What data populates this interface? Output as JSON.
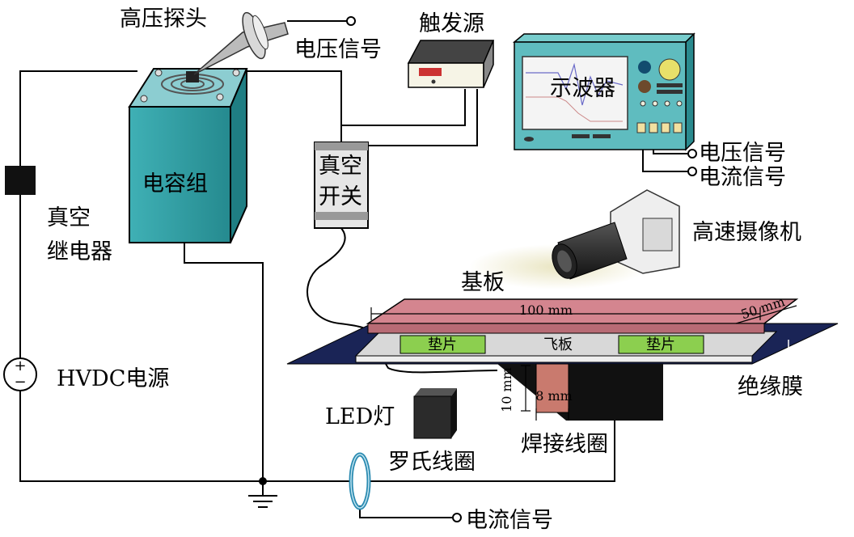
{
  "labels": {
    "probe": "高压探头",
    "voltage_signal_top": "电压信号",
    "trigger": "触发源",
    "oscilloscope": "示波器",
    "voltage_signal_right": "电压信号",
    "current_signal_right": "电流信号",
    "capacitor": "电容组",
    "vacuum_switch": "真空\n开关",
    "vacuum_switch_l1": "真空",
    "vacuum_switch_l2": "开关",
    "relay_l1": "真空",
    "relay_l2": "继电器",
    "camera": "高速摄像机",
    "substrate": "基板",
    "flyer": "飞板",
    "spacer_left": "垫片",
    "spacer_right": "垫片",
    "insulation": "绝缘膜",
    "power": "HVDC电源",
    "led": "LED灯",
    "rogowski": "罗氏线圈",
    "weld_coil": "焊接线圈",
    "current_signal_bottom": "电流信号",
    "power_symbol_plus": "+",
    "power_symbol_minus": "−"
  },
  "dimensions": {
    "length": "100 mm",
    "width": "50 mm",
    "coil_height": "10 mm",
    "coil_width": "8 mm"
  },
  "colors": {
    "capacitor": "#2e9ea3",
    "substrate": "#d4858f",
    "spacer": "#8ccf4f",
    "insulation": "#1a2456",
    "coil": "#c97a6e",
    "wire": "#000000"
  }
}
